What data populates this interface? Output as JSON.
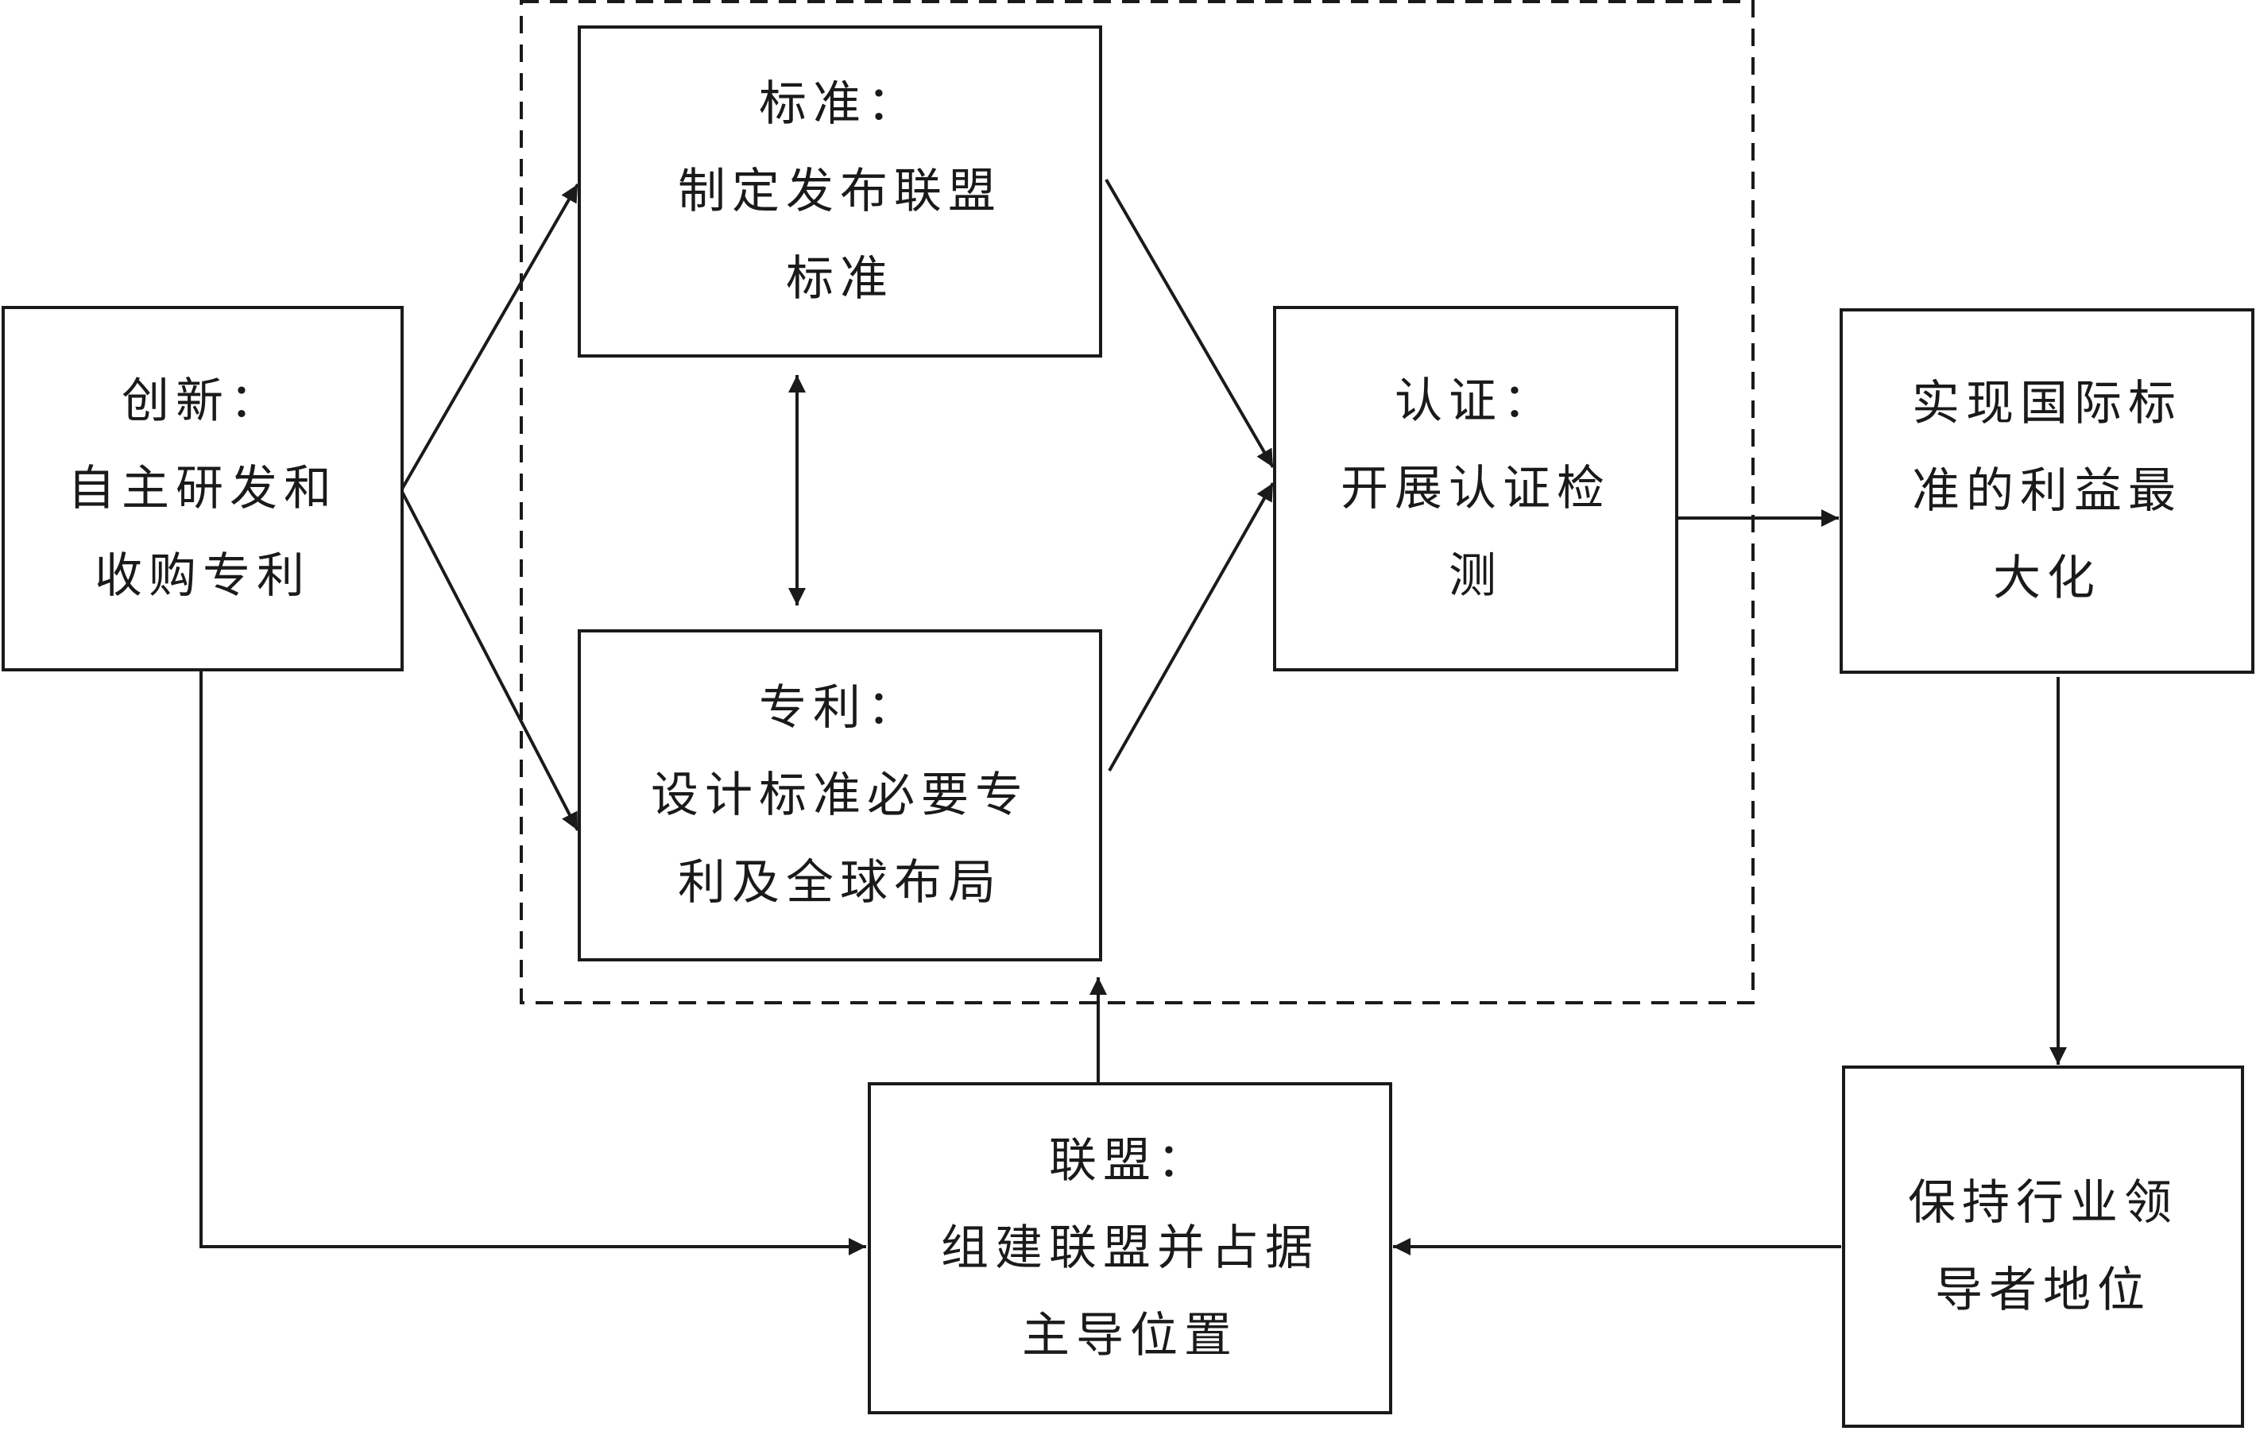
{
  "boxes": {
    "innovation": {
      "lines": [
        "创新：",
        "自主研发和",
        "收购专利"
      ]
    },
    "standard": {
      "lines": [
        "标准：",
        "制定发布联盟",
        "标准"
      ]
    },
    "patent": {
      "lines": [
        "专利：",
        "设计标准必要专",
        "利及全球布局"
      ]
    },
    "certification": {
      "lines": [
        "认证：",
        "开展认证检",
        "测"
      ]
    },
    "maximize": {
      "lines": [
        "实现国际标",
        "准的利益最",
        "大化"
      ]
    },
    "leadership": {
      "lines": [
        "保持行业领",
        "导者地位"
      ]
    },
    "alliance": {
      "lines": [
        "联盟：",
        "组建联盟并占据",
        "主导位置"
      ]
    }
  }
}
